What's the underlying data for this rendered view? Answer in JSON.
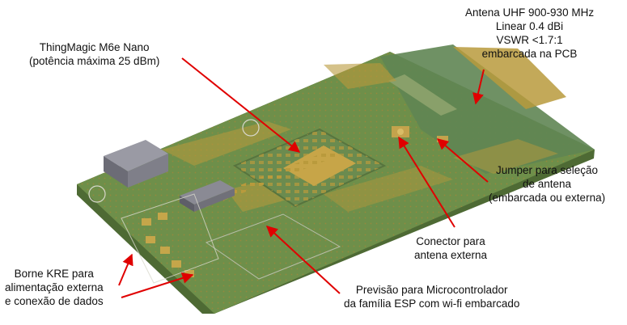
{
  "colors": {
    "arrow": "#e00000",
    "pcb_green": "#6e8f4a",
    "pcb_gold": "#b99a3c",
    "component_gray": "#7a7a84",
    "text": "#111111"
  },
  "callouts": {
    "antenna": {
      "lines": [
        "Antena UHF 900-930 MHz",
        "Linear 0.4 dBi",
        "VSWR <1.7:1",
        "embarcada na PCB"
      ]
    },
    "module": {
      "lines": [
        "ThingMagic M6e Nano",
        "(potência máxima 25 dBm)"
      ]
    },
    "jumper": {
      "lines": [
        "Jumper para seleção",
        "de antena",
        "(embarcada ou externa)"
      ]
    },
    "connector": {
      "lines": [
        "Conector para",
        "antena externa"
      ]
    },
    "terminal": {
      "lines": [
        "Borne KRE para",
        "alimentação externa",
        "e conexão de dados"
      ]
    },
    "mcu": {
      "lines": [
        "Previsão para Microcontrolador",
        "da família ESP com wi-fi embarcado"
      ]
    }
  }
}
